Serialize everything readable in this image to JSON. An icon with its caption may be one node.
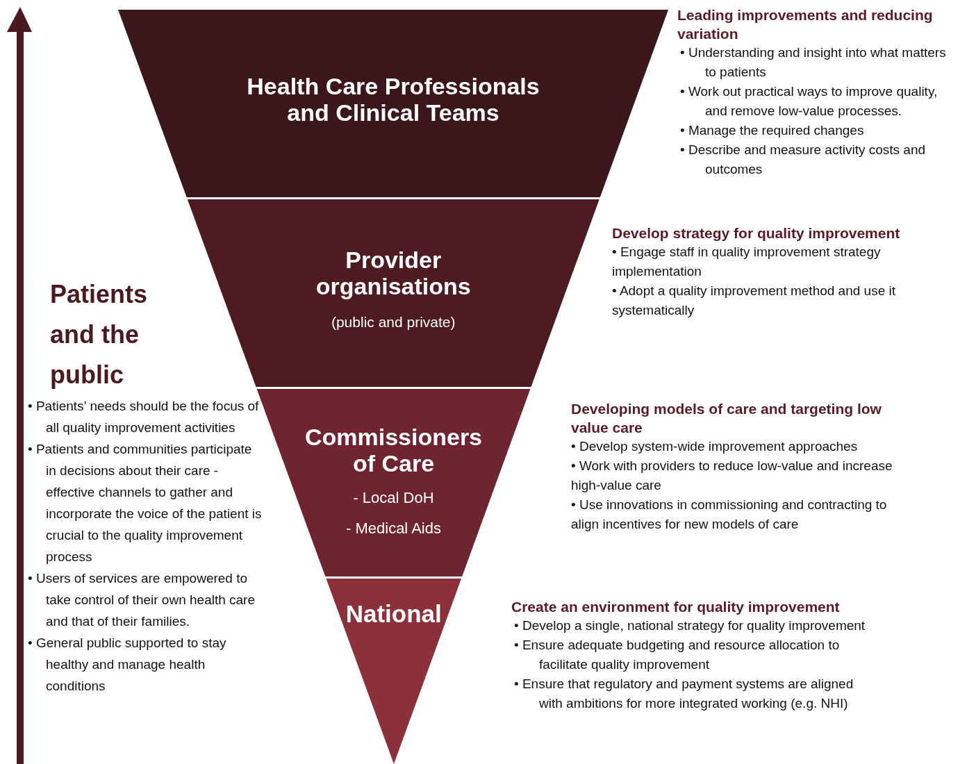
{
  "diagram": {
    "nodes": [
      {
        "text": [
          "Health Care Professionals and Clinical Teams"
        ],
        "beside": [
          "Leading improvements and reducing variation",
          "• Understanding and insight into what matters to patients",
          "• Work out practical ways to improve quality, and remove low-value processes.",
          "• Manage the required changes",
          "• Describe and measure activity costs and outcomes"
        ]
      },
      {
        "text": [
          "Provider organisations",
          "(public and private)"
        ],
        "beside": [
          "Develop strategy for quality improvement",
          "• Engage staff in quality improvement strategy implementation",
          "• Adopt a quality improvement method and use it systematically"
        ]
      },
      {
        "text": [
          "Commissioners of Care",
          "- Local DoH",
          "- Medical Aids"
        ],
        "beside": [
          "Developing models of care and targeting low value care",
          "• Develop system-wide improvement approaches",
          "• Work with providers to reduce low-value and increase high-value care",
          "• Use innovations in commissioning and contracting to align incentives for new models of care"
        ]
      },
      {
        "text": [
          "National"
        ],
        "beside": [
          "Create an environment for quality improvement",
          "• Develop a single, national strategy for quality improvement",
          "• Ensure adequate budgeting and resource allocation to facilitate quality improvement",
          "• Ensure that regulatory and payment systems are aligned with ambitions for more integrated working (e.g. NHI)"
        ]
      }
    ],
    "labels": [
      "Patients and the public",
      "• Patients’ needs should be the focus of all quality improvement activities",
      "• Patients and communities participate in decisions about their care - effective channels to gather and incorporate the voice of the patient is crucial to the quality improvement process",
      "• Users of services are empowered to take control of their own health care and that of their families.",
      "• General public supported to stay healthy and manage health conditions"
    ]
  }
}
